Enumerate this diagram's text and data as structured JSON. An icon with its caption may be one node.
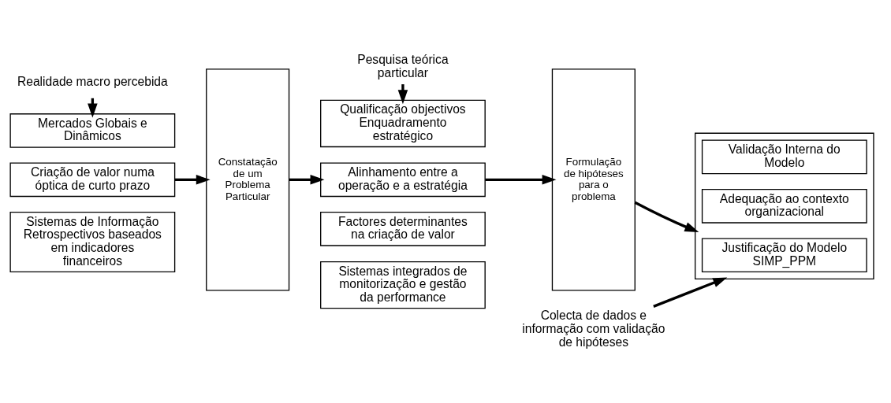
{
  "diagram": {
    "nodes": [
      {
        "text": [
          "Realidade macro percebida"
        ]
      },
      {
        "text": [
          "Mercados Globais e Dinâmicos"
        ]
      },
      {
        "text": [
          "Criação de valor numa óptica de curto prazo"
        ]
      },
      {
        "text": [
          "Sistemas de Informação Retrospectivos baseados em indicadores financeiros"
        ]
      },
      {
        "text": [
          "Constatação de um Problema Particular"
        ]
      },
      {
        "text": [
          "Pesquisa teórica particular"
        ]
      },
      {
        "text": [
          "Qualificação objectivos Enquadramento estratégico"
        ]
      },
      {
        "text": [
          "Alinhamento entre a operação e a estratégia"
        ]
      },
      {
        "text": [
          "Factores determinantes na criação de valor"
        ]
      },
      {
        "text": [
          "Sistemas integrados de monitorização e gestão da performance"
        ]
      },
      {
        "text": [
          "Formulação de hipóteses para o problema"
        ]
      },
      {
        "text": [
          "Colecta de dados e informação com validação de hipóteses"
        ]
      },
      {
        "text": [],
        "shape": "box"
      },
      {
        "text": [
          "Justificação do Modelo SIMP_PPM"
        ],
        "in": 12
      },
      {
        "text": [
          "Adequação ao contexto organizacional"
        ],
        "in": 12
      },
      {
        "text": [
          "Validação Interna do Modelo"
        ],
        "in": 12
      }
    ],
    "edges": [
      {
        "from": 0,
        "to": 1,
        "arrow": "to"
      },
      {
        "from": 2,
        "to": 4,
        "arrow": "to"
      },
      {
        "from": 5,
        "to": 6,
        "arrow": "to"
      },
      {
        "from": 4,
        "to": 7,
        "arrow": "to"
      },
      {
        "from": 7,
        "to": 10,
        "arrow": "to"
      },
      {
        "from": 11,
        "to": 12,
        "arrow": "to"
      },
      {
        "from": 10,
        "to": 12,
        "arrow": "to"
      }
    ]
  }
}
